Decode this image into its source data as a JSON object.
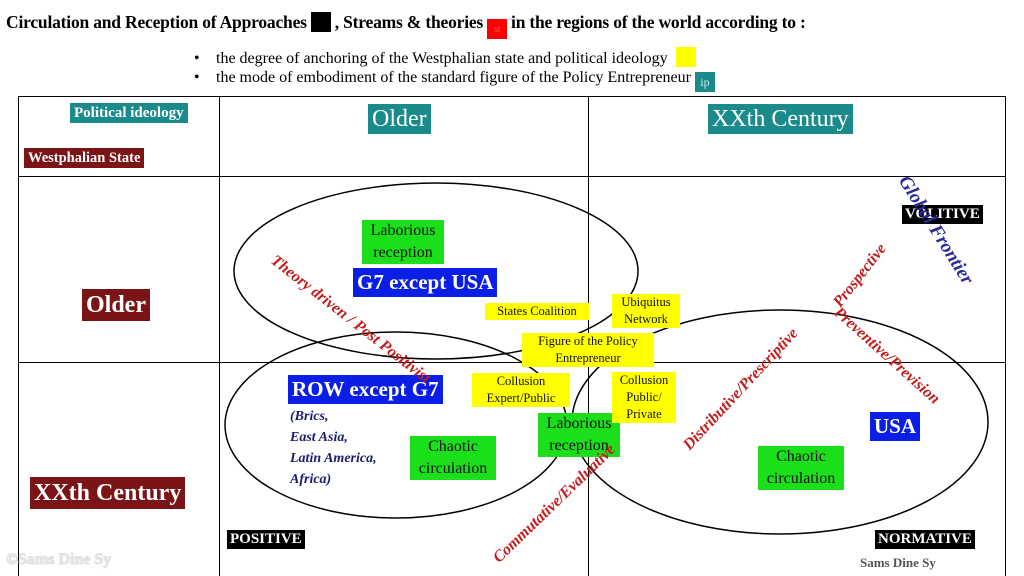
{
  "title": {
    "part1": "Circulation and Reception of  Approaches",
    "part2": ", Streams & theories",
    "swatch_red_text": "st",
    "part3": "in the regions of the world according to :"
  },
  "bullets": [
    "the degree  of  anchoring of  the  Westphalian state and political ideology",
    "the mode of embodiment of the standard figure of the Policy Entrepreneur"
  ],
  "legend_pe_text": "ip",
  "colors": {
    "teal": "#1a8a8a",
    "maroon": "#7b1416",
    "blue": "#0a1ee6",
    "green": "#1bdf1b",
    "yellow": "#ffff00",
    "red": "#c41d1d"
  },
  "corner": {
    "political_ideology": "Political ideology",
    "westphalian_state": "Westphalian State"
  },
  "columns": {
    "older": "Older",
    "xxth": "XXth  Century"
  },
  "rows": {
    "older": "Older",
    "xxth": "XXth  Century"
  },
  "regions": {
    "g7_except_usa": "G7 except USA",
    "row_except_g7": "ROW except G7",
    "usa": "USA",
    "row_sub": [
      "(Brics,",
      "East Asia,",
      "Latin America,",
      "Africa)"
    ]
  },
  "green_labels": {
    "laborious_top": [
      "Laborious",
      "reception"
    ],
    "chaotic_left": [
      "Chaotic",
      "circulation"
    ],
    "laborious_mid": [
      "Laborious",
      "reception"
    ],
    "chaotic_right": [
      "Chaotic",
      "circulation"
    ]
  },
  "yellow_labels": {
    "states_coalition": "States Coalition",
    "ubiquitus": [
      "Ubiquitus",
      "Network"
    ],
    "figure_pe": [
      "Figure of the Policy",
      "Entrepreneur"
    ],
    "collusion_expert": [
      "Collusion",
      "Expert/Public"
    ],
    "collusion_public": [
      "Collusion",
      "Public/",
      "Private"
    ]
  },
  "axes": {
    "volitive": "VOLITIVE",
    "positive": "POSITIVE",
    "normative": "NORMATIVE"
  },
  "diagonals": {
    "theory_driven": "Theory driven / Post Positivist",
    "prospective": "Prospective",
    "distributive": "Distributive/Prescriptive",
    "preventive": "Preventive/Prevision",
    "commutative": "Commutative/Evaluative",
    "global_frontier": "Global Frontier"
  },
  "credits": {
    "left": "©Sams Dine Sy",
    "right": "Sams Dine Sy"
  }
}
